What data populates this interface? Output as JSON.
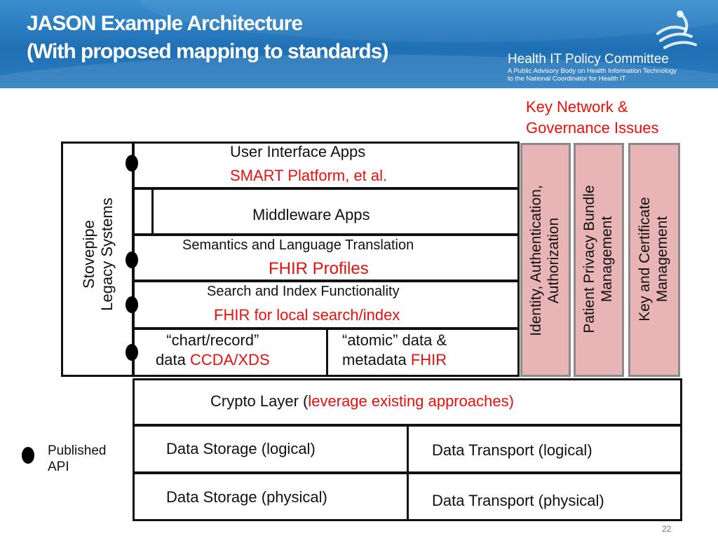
{
  "header": {
    "title_line1": "JASON Example Architecture",
    "title_line2": "(With proposed mapping to standards)",
    "org_name": "Health IT Policy Committee",
    "org_sub_line1": "A Public Advisory Body on Health Information Technology",
    "org_sub_line2": "to the National Coordinator for Health IT",
    "logo_icon": "hhs-eagle-logo-icon"
  },
  "key_issues": {
    "line1": "Key Network &",
    "line2": "Governance Issues"
  },
  "stovepipe": {
    "line1": "Stovepipe",
    "line2": "Legacy Systems"
  },
  "layers": {
    "ui_apps": {
      "label": "User Interface Apps",
      "standard": "SMART Platform, et al."
    },
    "middleware": {
      "label": "Middleware Apps"
    },
    "semantics": {
      "label": "Semantics and Language Translation",
      "standard": "FHIR Profiles"
    },
    "search": {
      "label": "Search and Index Functionality",
      "standard": "FHIR for local search/index"
    },
    "chart_record": {
      "line1": "“chart/record”",
      "line2_prefix": "data ",
      "standard": "CCDA/XDS"
    },
    "atomic": {
      "line1": "“atomic” data    &",
      "line2_prefix": "metadata ",
      "standard": "FHIR"
    },
    "crypto": {
      "prefix": "Crypto Layer (",
      "standard": "leverage existing approaches)"
    },
    "storage_logical": "Data Storage (logical)",
    "transport_logical": "Data Transport (logical)",
    "storage_physical": "Data Storage (physical)",
    "transport_physical": "Data Transport (physical)"
  },
  "governance_columns": [
    {
      "line1": "Identity, Authentication,",
      "line2": "Authorization"
    },
    {
      "line1": "Patient Privacy Bundle",
      "line2": "Management"
    },
    {
      "line1": "Key and Certificate",
      "line2": "Management"
    }
  ],
  "legend": {
    "line1": "Published",
    "line2": "API"
  },
  "page_number": "22",
  "colors": {
    "header_blue": "#1f6fb5",
    "standard_red": "#e8100c",
    "governance_pink": "#e8b4b6"
  }
}
